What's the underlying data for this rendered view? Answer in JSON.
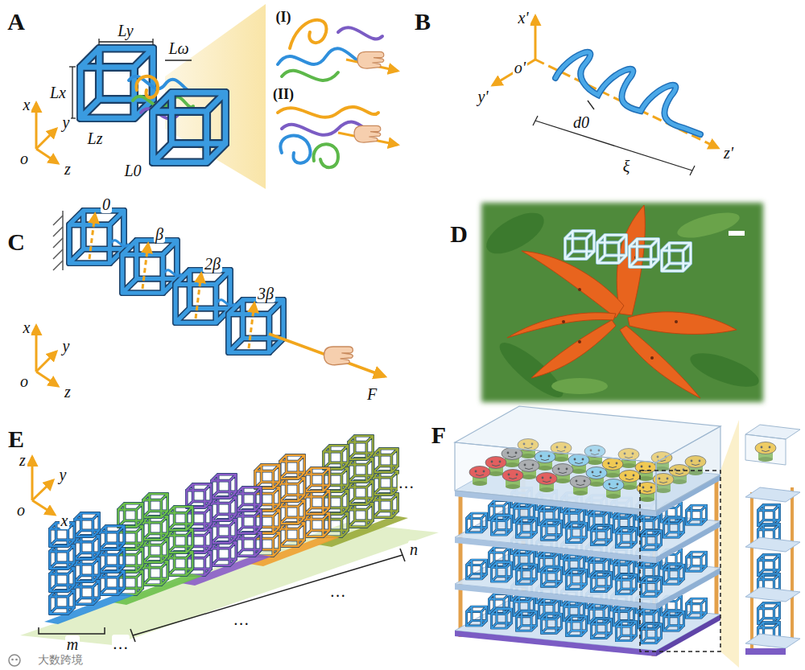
{
  "diagram": {
    "labels": [
      "A",
      "(I)",
      "(II)",
      "Ly",
      "Lω",
      "Lx",
      "x",
      "y",
      "z",
      "o",
      "Lz",
      "L0",
      "B",
      "x'",
      "o'",
      "y'",
      "d0",
      "ξ",
      "z'",
      "C",
      "0",
      "β",
      "2β",
      "3β",
      "x",
      "y",
      "o",
      "z",
      "F",
      "D",
      "E",
      "z",
      "y",
      "o",
      "x",
      "m",
      "…",
      "n",
      "…",
      "…",
      "…",
      "F",
      "大数跨境"
    ]
  }
}
